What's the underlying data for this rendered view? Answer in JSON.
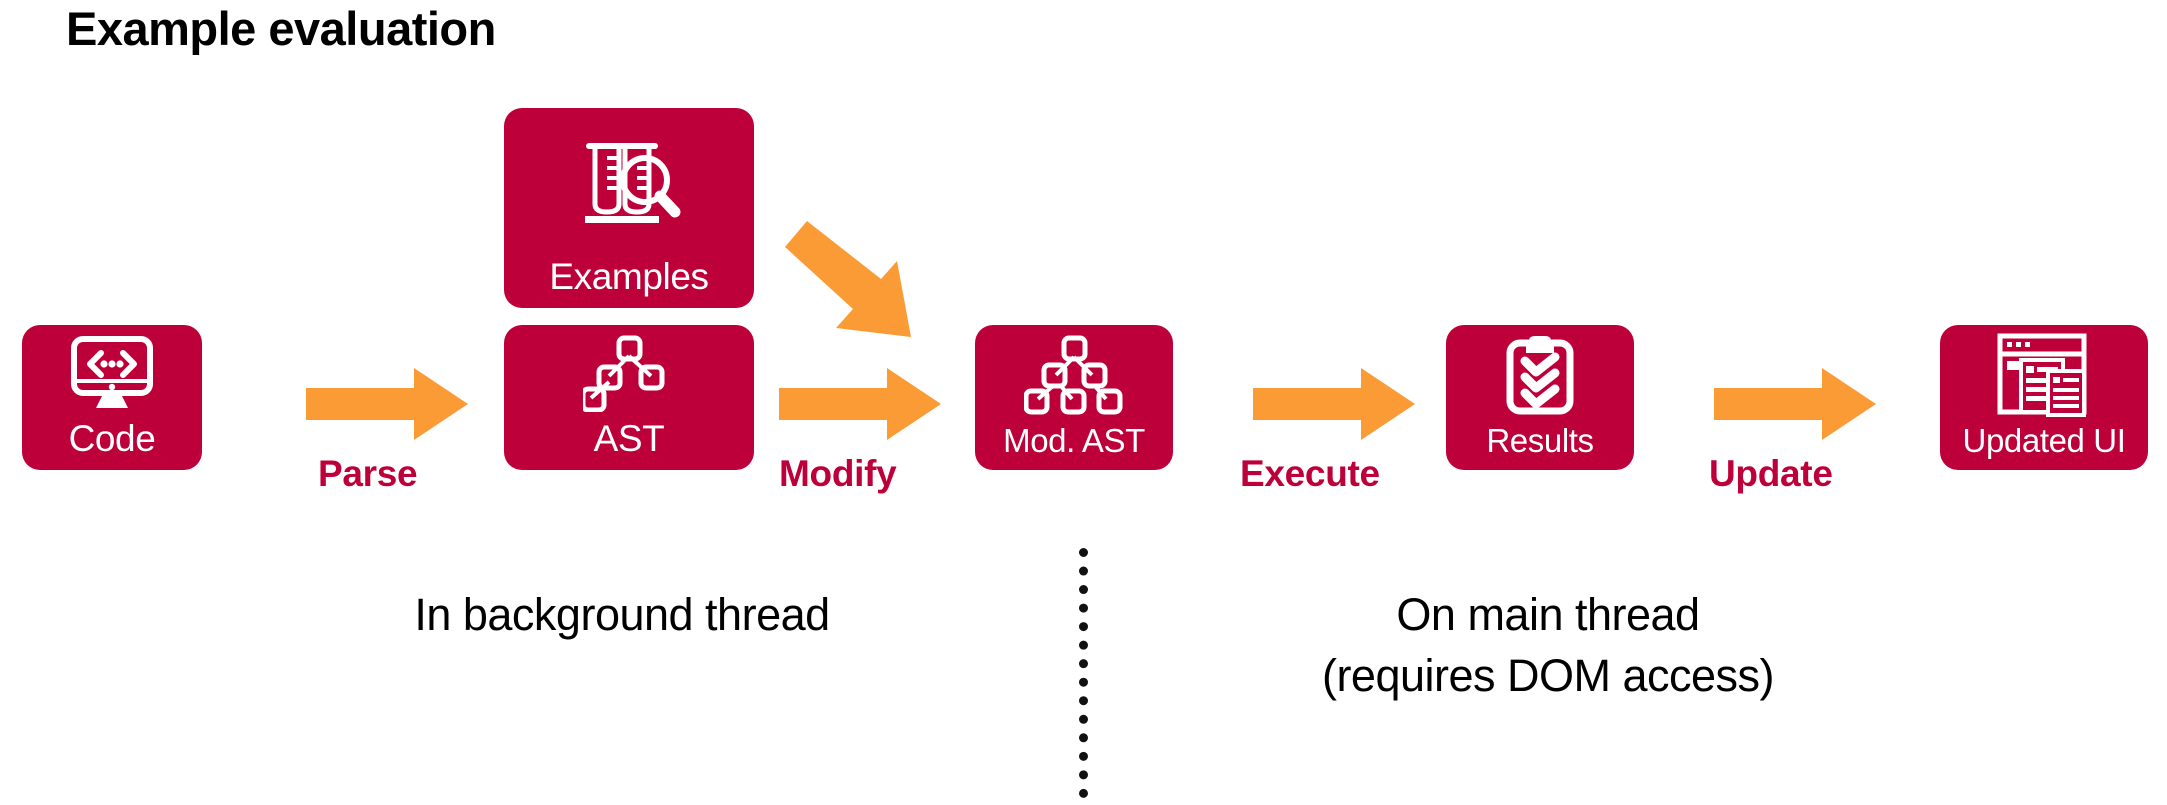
{
  "title": "Example evaluation",
  "colors": {
    "card": "#BD0039",
    "arrow": "#FA9B36",
    "label": "#BD0039",
    "text": "#000000",
    "background": "#FFFFFF"
  },
  "stages": [
    {
      "id": "code",
      "label": "Code",
      "icon": "monitor-code-icon"
    },
    {
      "id": "examples",
      "label": "Examples",
      "icon": "test-tubes-magnifier-icon"
    },
    {
      "id": "ast",
      "label": "AST",
      "icon": "tree-four-nodes-icon"
    },
    {
      "id": "mod-ast",
      "label": "Mod. AST",
      "icon": "tree-six-nodes-icon"
    },
    {
      "id": "results",
      "label": "Results",
      "icon": "clipboard-checks-icon"
    },
    {
      "id": "updated-ui",
      "label": "Updated UI",
      "icon": "browser-window-icon"
    }
  ],
  "arrows": [
    {
      "id": "parse",
      "label": "Parse",
      "direction": "right"
    },
    {
      "id": "inject",
      "label": "",
      "direction": "down-right"
    },
    {
      "id": "modify",
      "label": "Modify",
      "direction": "right"
    },
    {
      "id": "execute",
      "label": "Execute",
      "direction": "right"
    },
    {
      "id": "update",
      "label": "Update",
      "direction": "right"
    }
  ],
  "captions": {
    "background_thread": "In background thread",
    "main_thread_line1": "On main thread",
    "main_thread_line2": "(requires DOM access)"
  }
}
